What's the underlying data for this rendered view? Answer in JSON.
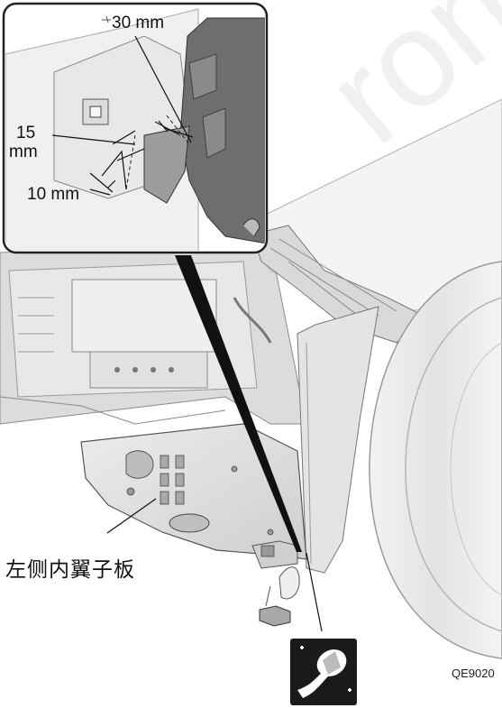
{
  "labels": {
    "dim_30": "30 mm",
    "dim_15": "15",
    "dim_15_unit": "mm",
    "dim_10": "10 mm",
    "part_name": "左侧内翼子板",
    "figure_code": "QE9020",
    "watermark": "ronde"
  },
  "icons": {
    "tool": "scraper-tool-icon"
  },
  "colors": {
    "line": "#111111",
    "panel_light": "#e6e6e6",
    "panel_mid": "#cfcfcf",
    "panel_dark": "#9a9a9a",
    "inset_border": "#222222"
  }
}
